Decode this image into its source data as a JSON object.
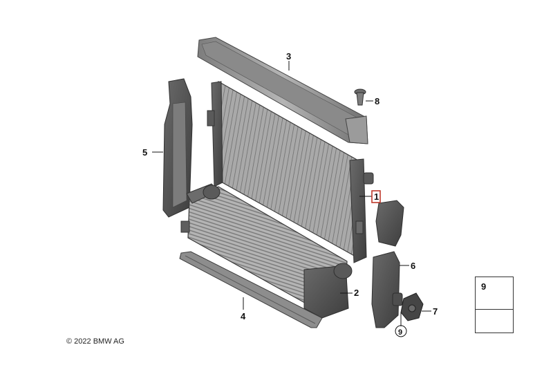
{
  "callouts": {
    "p1": "1",
    "p2": "2",
    "p3": "3",
    "p4": "4",
    "p5": "5",
    "p6": "6",
    "p7": "7",
    "p8": "8",
    "p9": "9"
  },
  "legend": {
    "number": "9"
  },
  "copyright": "© 2022 BMW AG",
  "colors": {
    "highlight": "#c0392b",
    "part_fill": "#9a9a9a",
    "part_dark": "#5e5e5e",
    "part_light": "#c9c9c9"
  }
}
